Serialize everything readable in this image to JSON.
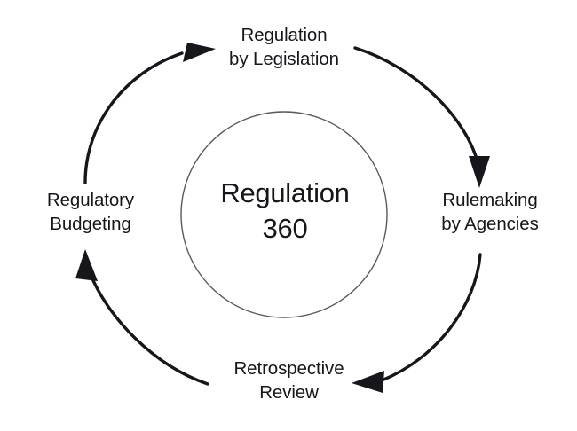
{
  "diagram": {
    "type": "cycle",
    "title": "Regulation 360",
    "background_color": "#ffffff",
    "stroke_color": "#17171b",
    "inner_circle_color": "#555555",
    "center": {
      "line1": "Regulation",
      "line2": "360",
      "text": "Regulation\n360"
    },
    "nodes": [
      {
        "id": "regulation-by-legislation",
        "position": "top",
        "line1": "Regulation",
        "line2": "by Legislation",
        "text": "Regulation\nby Legislation"
      },
      {
        "id": "rulemaking-by-agencies",
        "position": "right",
        "line1": "Rulemaking",
        "line2": "by Agencies",
        "text": "Rulemaking\nby Agencies"
      },
      {
        "id": "retrospective-review",
        "position": "bottom",
        "line1": "Retrospective",
        "line2": "Review",
        "text": "Retrospective\nReview"
      },
      {
        "id": "regulatory-budgeting",
        "position": "left",
        "line1": "Regulatory",
        "line2": "Budgeting",
        "text": "Regulatory\nBudgeting"
      }
    ],
    "arrows": [
      {
        "id": "arrow-left-to-top",
        "from": "regulatory-budgeting",
        "to": "regulation-by-legislation",
        "direction": "clockwise"
      },
      {
        "id": "arrow-top-to-right",
        "from": "regulation-by-legislation",
        "to": "rulemaking-by-agencies",
        "direction": "clockwise"
      },
      {
        "id": "arrow-right-to-bottom",
        "from": "rulemaking-by-agencies",
        "to": "retrospective-review",
        "direction": "clockwise"
      },
      {
        "id": "arrow-bottom-to-left",
        "from": "retrospective-review",
        "to": "regulatory-budgeting",
        "direction": "clockwise"
      }
    ]
  }
}
